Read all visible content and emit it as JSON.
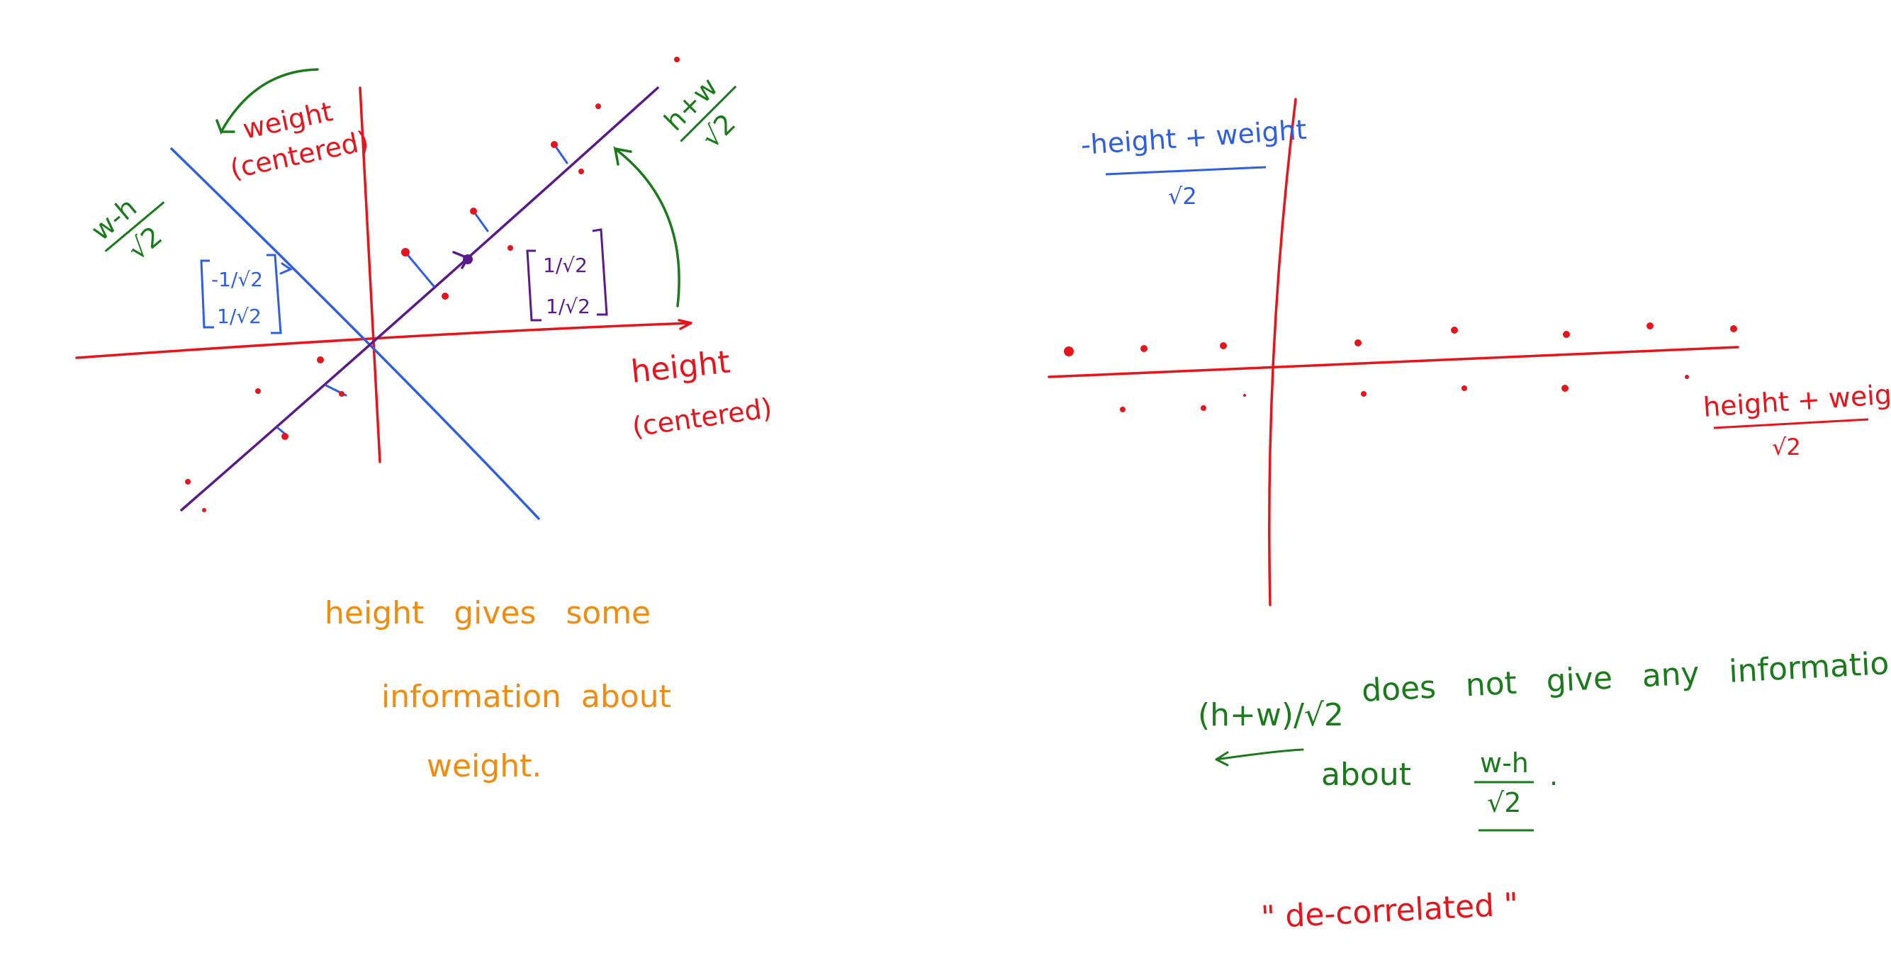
{
  "colors": {
    "red": "#e8141c",
    "blue": "#2f5fe0",
    "green": "#1b7a1b",
    "purple": "#5b1a8a",
    "orange": "#f08c10"
  },
  "left_panel": {
    "x_axis_label_line1": "height",
    "x_axis_label_line2": "(centered)",
    "y_axis_label_line1": "weight",
    "y_axis_label_line2": "(centered)",
    "purple_axis_label_num": "h+w",
    "purple_axis_label_den": "√2",
    "blue_axis_label_num": "w-h",
    "blue_axis_label_den": "√2",
    "blue_vector_top": "-1/√2",
    "blue_vector_bottom": "1/√2",
    "purple_vector_top": "1/√2",
    "purple_vector_bottom": "1/√2",
    "note_line1": "height   gives   some",
    "note_line2": "information  about",
    "note_line3": "weight."
  },
  "right_panel": {
    "y_axis_label_num": "-height + weight",
    "y_axis_label_den": "√2",
    "x_axis_label_num": "height + weight",
    "x_axis_label_den": "√2",
    "note_line1_a": "(h+w)/√2",
    "note_line1_b": "does   not   give   any   information",
    "note_line2_a": "about",
    "note_line2_num": "w-h",
    "note_line2_den": "√2",
    "note_line2_end": ".",
    "decorrelated": "\" de-correlated \""
  }
}
